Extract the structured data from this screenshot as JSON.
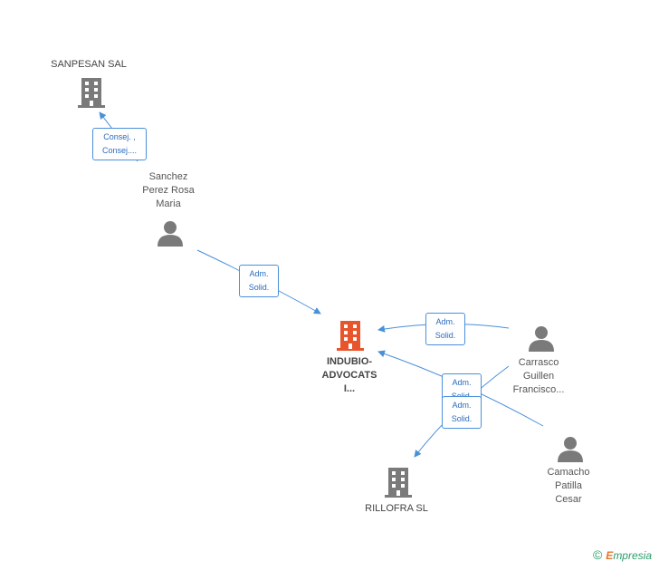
{
  "nodes": {
    "sanpesan": {
      "label": "SANPESAN SAL"
    },
    "sanchez": {
      "label_lines": [
        "Sanchez",
        "Perez Rosa",
        "Maria"
      ]
    },
    "indubio": {
      "label_lines": [
        "INDUBIO-",
        "ADVOCATS",
        "I..."
      ]
    },
    "carrasco": {
      "label_lines": [
        "Carrasco",
        "Guillen",
        "Francisco..."
      ]
    },
    "camacho": {
      "label_lines": [
        "Camacho",
        "Patilla",
        "Cesar"
      ]
    },
    "rillofra": {
      "label": "RILLOFRA SL"
    }
  },
  "edges": {
    "sanchez_sanpesan": [
      "Consej. ,",
      "Consej...."
    ],
    "sanchez_indubio": [
      "Adm.",
      "Solid."
    ],
    "carrasco_indubio": [
      "Adm.",
      "Solid."
    ],
    "camacho_indubio": [
      "Adm.",
      "Solid."
    ],
    "carrasco_rillofra": [
      "Adm.",
      "Solid."
    ]
  },
  "brand": {
    "copyright": "©",
    "first_letter": "E",
    "rest": "mpresia"
  },
  "colors": {
    "focus": "#e8542c",
    "company": "#7a7a7a",
    "person": "#7a7a7a",
    "edge": "#4a90d9"
  }
}
